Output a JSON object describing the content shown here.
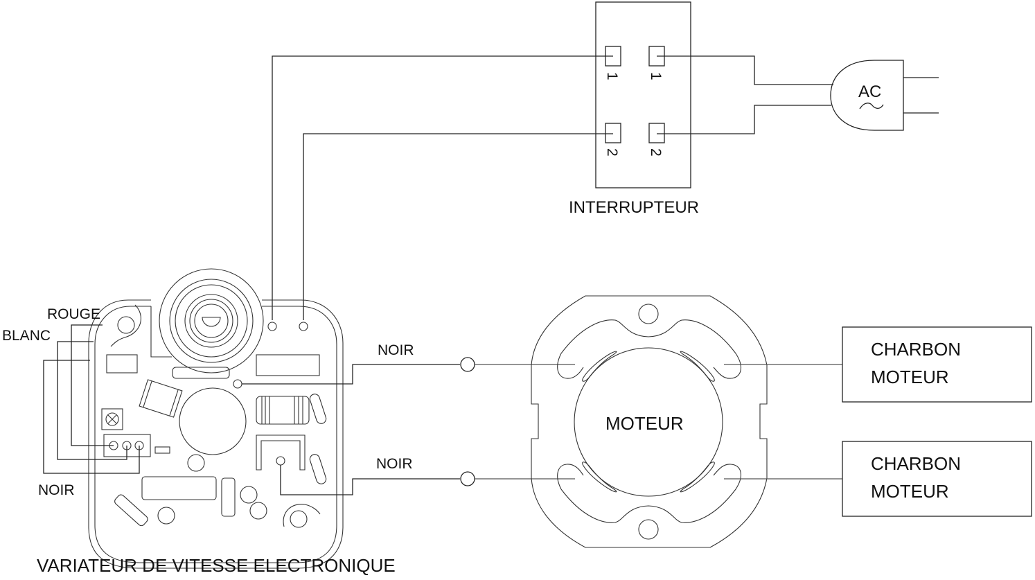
{
  "diagram": {
    "title": "VARIATEUR DE VITESSE ELECTRONIQUE",
    "switch": {
      "label": "INTERRUPTEUR",
      "terminals": [
        {
          "id": "in-1",
          "label": "1"
        },
        {
          "id": "out-1",
          "label": "1"
        },
        {
          "id": "in-2",
          "label": "2"
        },
        {
          "id": "out-2",
          "label": "2"
        }
      ]
    },
    "power_plug": {
      "label": "AC",
      "symbol": "∼"
    },
    "speed_controller": {
      "label": "VARIATEUR DE VITESSE ELECTRONIQUE",
      "wire_labels": {
        "red": "ROUGE",
        "white": "BLANC",
        "black": "NOIR"
      }
    },
    "motor_leads": [
      {
        "label": "NOIR"
      },
      {
        "label": "NOIR"
      }
    ],
    "motor": {
      "label": "MOTEUR"
    },
    "brushes": [
      {
        "line1": "CHARBON",
        "line2": "MOTEUR"
      },
      {
        "line1": "CHARBON",
        "line2": "MOTEUR"
      }
    ],
    "colors": {
      "line": "#222222",
      "background": "#ffffff"
    }
  }
}
